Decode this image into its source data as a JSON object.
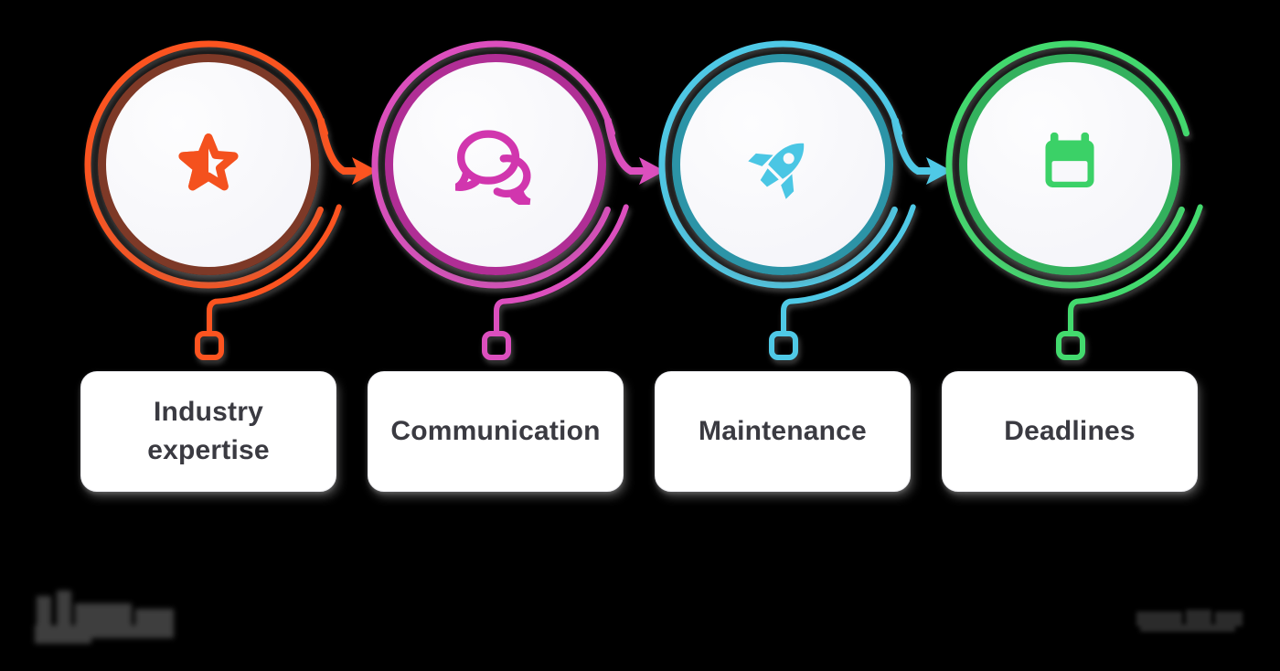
{
  "background_color": "#000000",
  "card": {
    "background": "#FFFFFF",
    "text_color": "#3A3A41"
  },
  "steps": [
    {
      "label": "Industry expertise",
      "icon": "half-star-icon",
      "color": "#FC5420",
      "ring_color": "#7D3927",
      "icon_color": "#F4511E",
      "has_arrow": true
    },
    {
      "label": "Communication",
      "icon": "chat-bubbles-icon",
      "color": "#DC4FBE",
      "ring_color": "#B02E95",
      "icon_color": "#D136AE",
      "has_arrow": true
    },
    {
      "label": "Maintenance",
      "icon": "rocket-icon",
      "color": "#4FC9E6",
      "ring_color": "#2C94A7",
      "icon_color": "#4AC6E4",
      "has_arrow": true
    },
    {
      "label": "Deadlines",
      "icon": "calendar-icon",
      "color": "#43DA6E",
      "ring_color": "#33B15D",
      "icon_color": "#3BD167",
      "has_arrow": false
    }
  ]
}
